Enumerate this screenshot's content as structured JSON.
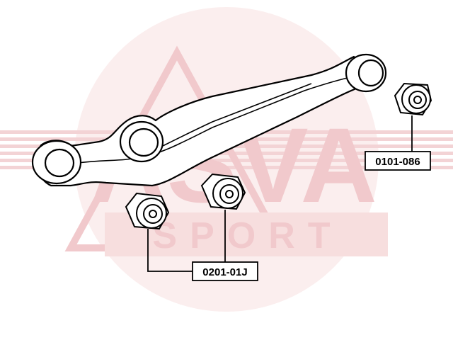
{
  "watermark": {
    "brand_text": "ASVA",
    "sub_text": "SPORT",
    "color": "#f1c9cc"
  },
  "callouts": {
    "top_right_part": "0101-086",
    "bottom_part": "0201-01J"
  },
  "colors": {
    "line": "#000000",
    "background": "#ffffff"
  }
}
